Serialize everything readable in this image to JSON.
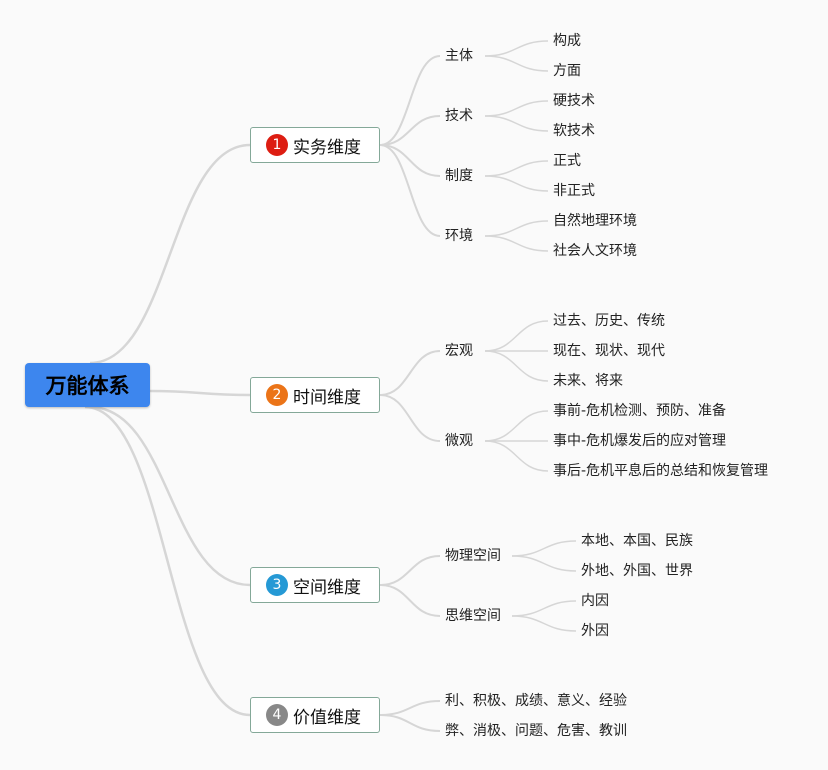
{
  "colors": {
    "background": "#fafafa",
    "root_fill": "#3d86ee",
    "node_border": "#84a898",
    "connector": "#d6d6d6",
    "badge_1": "#dd1d12",
    "badge_2": "#eb7418",
    "badge_3": "#2599d5",
    "badge_4": "#888888"
  },
  "root": {
    "label": "万能体系"
  },
  "dimensions": [
    {
      "num": "1",
      "label": "实务维度",
      "branches": [
        {
          "label": "主体",
          "leaves": [
            "构成",
            "方面"
          ]
        },
        {
          "label": "技术",
          "leaves": [
            "硬技术",
            "软技术"
          ]
        },
        {
          "label": "制度",
          "leaves": [
            "正式",
            "非正式"
          ]
        },
        {
          "label": "环境",
          "leaves": [
            "自然地理环境",
            "社会人文环境"
          ]
        }
      ]
    },
    {
      "num": "2",
      "label": "时间维度",
      "branches": [
        {
          "label": "宏观",
          "leaves": [
            "过去、历史、传统",
            "现在、现状、现代",
            "未来、将来"
          ]
        },
        {
          "label": "微观",
          "leaves": [
            "事前-危机检测、预防、准备",
            "事中-危机爆发后的应对管理",
            "事后-危机平息后的总结和恢复管理"
          ]
        }
      ]
    },
    {
      "num": "3",
      "label": "空间维度",
      "branches": [
        {
          "label": "物理空间",
          "leaves": [
            "本地、本国、民族",
            "外地、外国、世界"
          ]
        },
        {
          "label": "思维空间",
          "leaves": [
            "内因",
            "外因"
          ]
        }
      ]
    },
    {
      "num": "4",
      "label": "价值维度",
      "branches": [
        {
          "label": "利、积极、成绩、意义、经验",
          "leaves": []
        },
        {
          "label": "弊、消极、问题、危害、教训",
          "leaves": []
        }
      ]
    }
  ]
}
